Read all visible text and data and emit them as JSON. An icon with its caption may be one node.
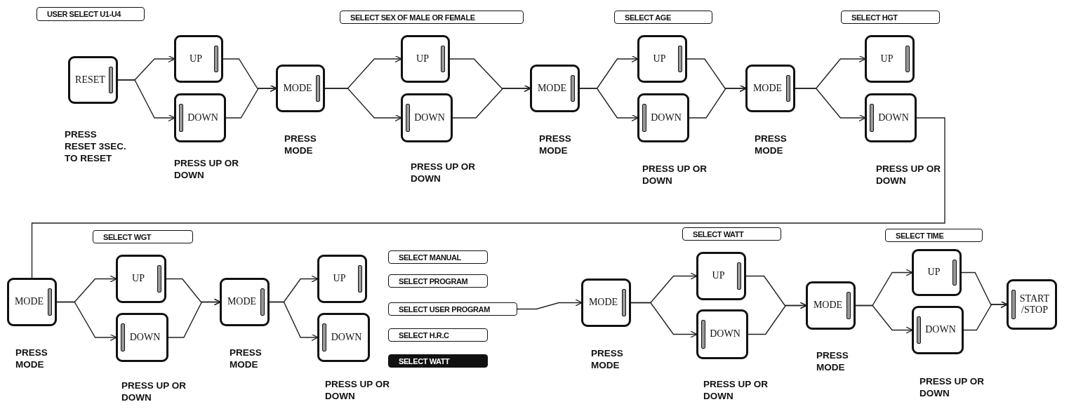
{
  "diagram": {
    "nodes": [
      {
        "text": [
          "USER SELECT U1-U4"
        ]
      },
      {
        "text": [
          "RESET"
        ],
        "beside": [
          "PRESS RESET 3SEC. TO RESET"
        ]
      },
      {
        "text": [
          "UP"
        ]
      },
      {
        "text": [
          "DOWN"
        ],
        "beside": [
          "PRESS UP OR DOWN"
        ]
      },
      {
        "text": [
          "MODE"
        ],
        "beside": [
          "PRESS MODE"
        ]
      },
      {
        "text": [
          "SELECT SEX OF MALE OR FEMALE"
        ]
      },
      {
        "text": [
          "UP"
        ]
      },
      {
        "text": [
          "DOWN"
        ],
        "beside": [
          "PRESS UP OR DOWN"
        ]
      },
      {
        "text": [
          "MODE"
        ],
        "beside": [
          "PRESS MODE"
        ]
      },
      {
        "text": [
          "SELECT AGE"
        ]
      },
      {
        "text": [
          "UP"
        ]
      },
      {
        "text": [
          "DOWN"
        ],
        "beside": [
          "PRESS UP OR DOWN"
        ]
      },
      {
        "text": [
          "MODE"
        ],
        "beside": [
          "PRESS MODE"
        ]
      },
      {
        "text": [
          "SELECT HGT"
        ]
      },
      {
        "text": [
          "UP"
        ]
      },
      {
        "text": [
          "DOWN"
        ],
        "beside": [
          "PRESS UP OR DOWN"
        ]
      },
      {
        "text": [
          "MODE"
        ],
        "beside": [
          "PRESS MODE"
        ]
      },
      {
        "text": [
          "SELECT WGT"
        ]
      },
      {
        "text": [
          "UP"
        ]
      },
      {
        "text": [
          "DOWN"
        ],
        "beside": [
          "PRESS UP OR DOWN"
        ]
      },
      {
        "text": [
          "MODE"
        ],
        "beside": [
          "PRESS MODE"
        ]
      },
      {
        "text": [
          "UP"
        ]
      },
      {
        "text": [
          "DOWN"
        ],
        "beside": [
          "PRESS UP OR DOWN"
        ]
      },
      {
        "text": [
          "SELECT MANUAL"
        ]
      },
      {
        "text": [
          "SELECT PROGRAM"
        ]
      },
      {
        "text": [
          "SELECT USER PROGRAM"
        ]
      },
      {
        "text": [
          "SELECT H.R.C"
        ]
      },
      {
        "text": [
          "SELECT WATT"
        ]
      },
      {
        "text": [
          "MODE"
        ],
        "beside": [
          "PRESS MODE"
        ]
      },
      {
        "text": [
          "SELECT WATT"
        ]
      },
      {
        "text": [
          "UP"
        ]
      },
      {
        "text": [
          "DOWN"
        ],
        "beside": [
          "PRESS UP OR DOWN"
        ]
      },
      {
        "text": [
          "MODE"
        ],
        "beside": [
          "PRESS MODE"
        ]
      },
      {
        "text": [
          "SELECT TIME"
        ]
      },
      {
        "text": [
          "UP"
        ]
      },
      {
        "text": [
          "DOWN"
        ],
        "beside": [
          "PRESS UP OR DOWN"
        ]
      },
      {
        "text": [
          "START /STOP"
        ]
      }
    ],
    "edges": [
      {
        "from": 1,
        "to": 2,
        "arrow": "to"
      },
      {
        "from": 1,
        "to": 3,
        "arrow": "to"
      },
      {
        "from": 2,
        "to": 4,
        "arrow": "to"
      },
      {
        "from": 3,
        "to": 4,
        "arrow": "to"
      },
      {
        "from": 4,
        "to": 6,
        "arrow": "to"
      },
      {
        "from": 4,
        "to": 7,
        "arrow": "to"
      },
      {
        "from": 6,
        "to": 8,
        "arrow": "to"
      },
      {
        "from": 7,
        "to": 8,
        "arrow": "to"
      },
      {
        "from": 8,
        "to": 10,
        "arrow": "to"
      },
      {
        "from": 8,
        "to": 11,
        "arrow": "to"
      },
      {
        "from": 10,
        "to": 12,
        "arrow": "to"
      },
      {
        "from": 11,
        "to": 12,
        "arrow": "to"
      },
      {
        "from": 12,
        "to": 14,
        "arrow": "to"
      },
      {
        "from": 12,
        "to": 15,
        "arrow": "to"
      },
      {
        "from": 15,
        "to": 16,
        "arrow": "none"
      },
      {
        "from": 16,
        "to": 18,
        "arrow": "to"
      },
      {
        "from": 16,
        "to": 19,
        "arrow": "to"
      },
      {
        "from": 18,
        "to": 20,
        "arrow": "to"
      },
      {
        "from": 19,
        "to": 20,
        "arrow": "to"
      },
      {
        "from": 20,
        "to": 21,
        "arrow": "to"
      },
      {
        "from": 20,
        "to": 22,
        "arrow": "to"
      },
      {
        "from": 25,
        "to": 28,
        "arrow": "to"
      },
      {
        "from": 28,
        "to": 30,
        "arrow": "to"
      },
      {
        "from": 28,
        "to": 31,
        "arrow": "to"
      },
      {
        "from": 30,
        "to": 32,
        "arrow": "to"
      },
      {
        "from": 31,
        "to": 32,
        "arrow": "to"
      },
      {
        "from": 32,
        "to": 34,
        "arrow": "to"
      },
      {
        "from": 32,
        "to": 35,
        "arrow": "to"
      },
      {
        "from": 34,
        "to": 36,
        "arrow": "to"
      },
      {
        "from": 35,
        "to": 36,
        "arrow": "to"
      }
    ]
  }
}
